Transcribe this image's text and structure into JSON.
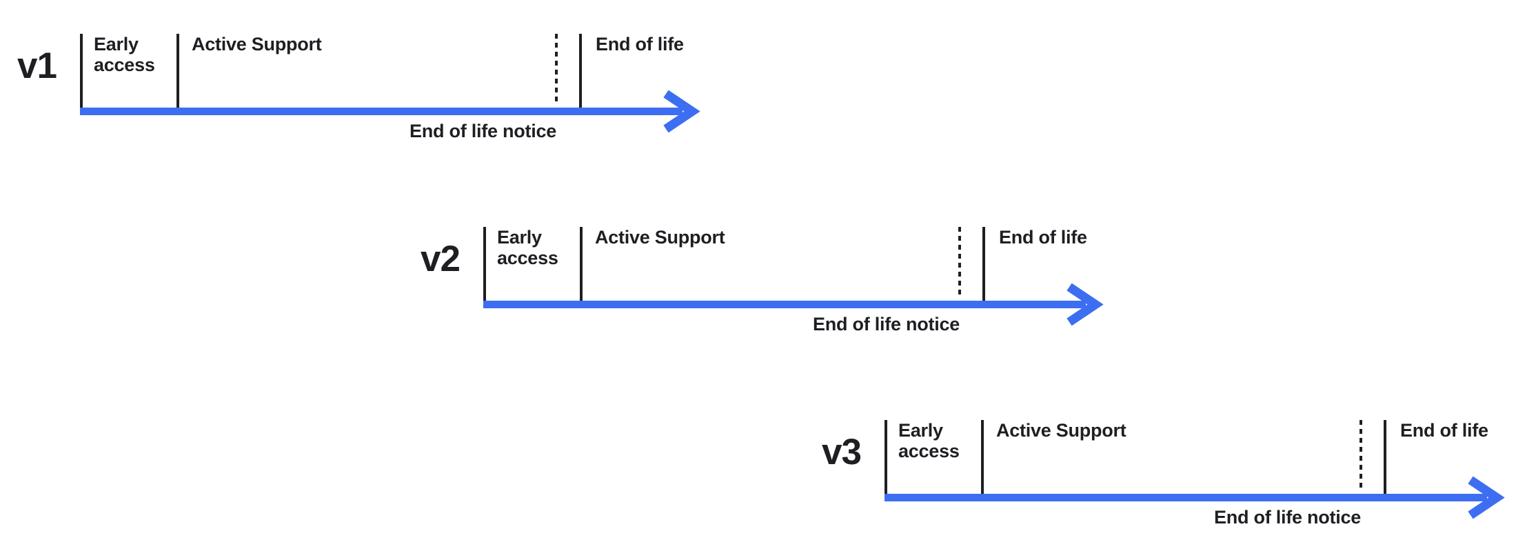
{
  "colors": {
    "background": "#ffffff",
    "arrow_blue": "#3d6ef1",
    "text_ink": "#1d1f23"
  },
  "versions": [
    {
      "label": "v1",
      "phases": {
        "early_access": "Early access",
        "active_support": "Active Support",
        "end_of_life": "End of life",
        "end_of_life_notice": "End of life notice"
      }
    },
    {
      "label": "v2",
      "phases": {
        "early_access": "Early access",
        "active_support": "Active Support",
        "end_of_life": "End of life",
        "end_of_life_notice": "End of life notice"
      }
    },
    {
      "label": "v3",
      "phases": {
        "early_access": "Early access",
        "active_support": "Active Support",
        "end_of_life": "End of life",
        "end_of_life_notice": "End of life notice"
      }
    }
  ]
}
